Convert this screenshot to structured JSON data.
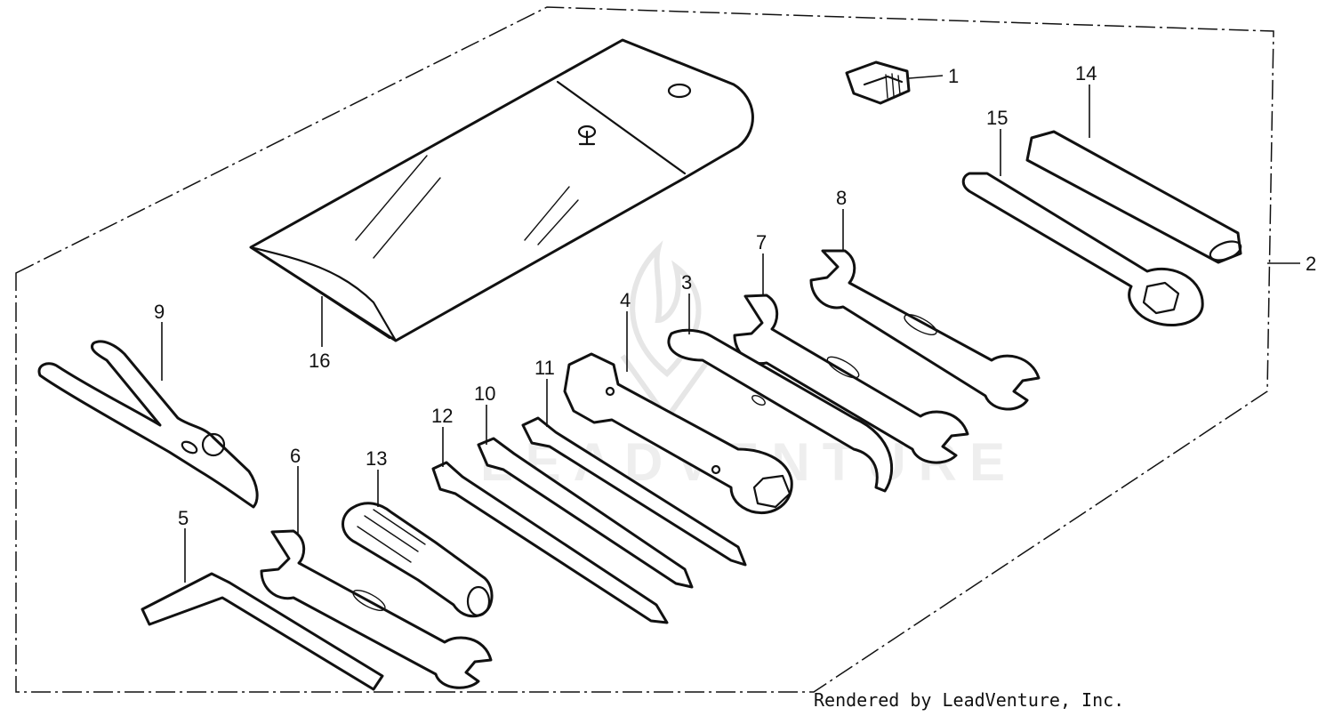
{
  "callouts": {
    "c1": "1",
    "c2": "2",
    "c3": "3",
    "c4": "4",
    "c5": "5",
    "c6": "6",
    "c7": "7",
    "c8": "8",
    "c9": "9",
    "c10": "10",
    "c11": "11",
    "c12": "12",
    "c13": "13",
    "c14": "14",
    "c15": "15",
    "c16": "16"
  },
  "credit": "Rendered by LeadVenture, Inc.",
  "watermark": "LEADVENTURE",
  "colors": {
    "line": "#111111",
    "background": "#ffffff",
    "watermark": "#e6e6e6"
  }
}
